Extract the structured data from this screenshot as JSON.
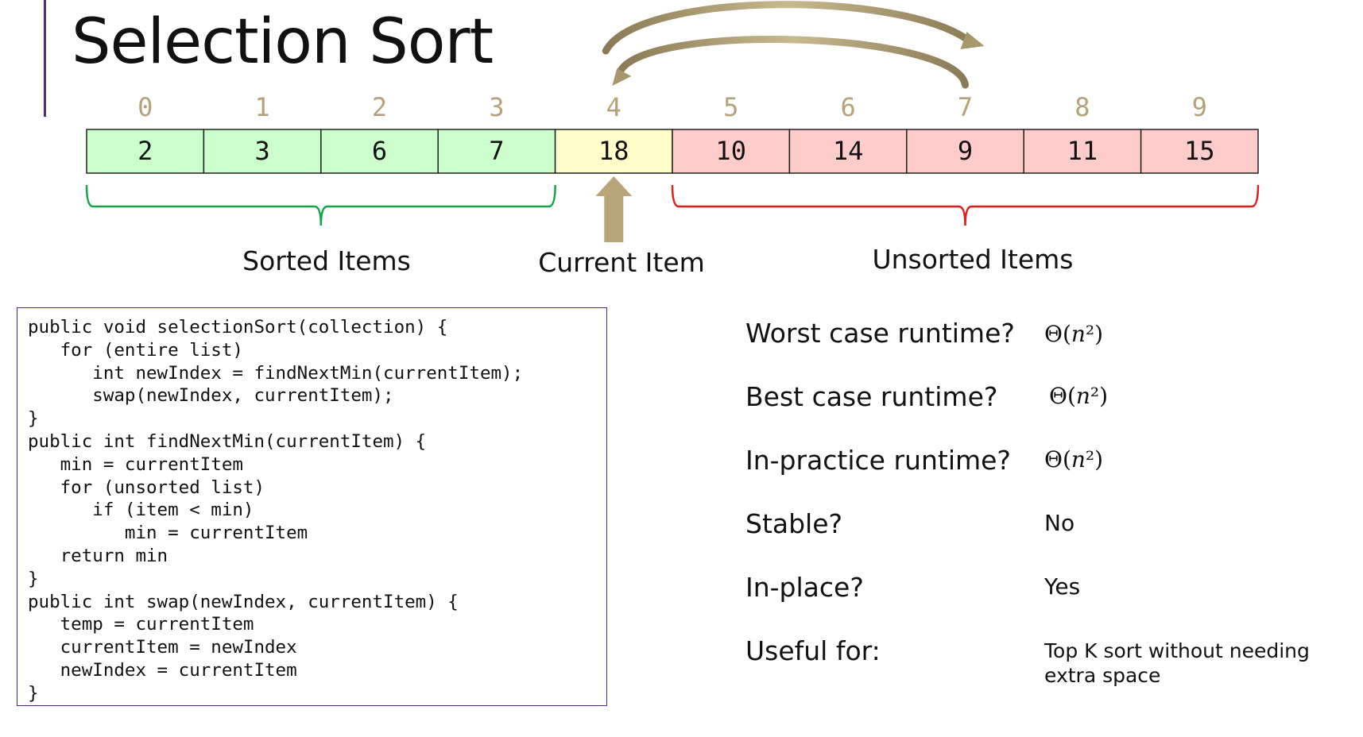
{
  "title": "Selection Sort",
  "array": {
    "indices": [
      "0",
      "1",
      "2",
      "3",
      "4",
      "5",
      "6",
      "7",
      "8",
      "9"
    ],
    "values": [
      "2",
      "3",
      "6",
      "7",
      "18",
      "10",
      "14",
      "9",
      "11",
      "15"
    ],
    "states": [
      "sorted",
      "sorted",
      "sorted",
      "sorted",
      "current",
      "unsorted",
      "unsorted",
      "unsorted",
      "unsorted",
      "unsorted"
    ]
  },
  "swap_arrow": {
    "between_indices": [
      4,
      7
    ]
  },
  "labels": {
    "sorted": "Sorted Items",
    "current": "Current Item",
    "unsorted": "Unsorted Items"
  },
  "colors": {
    "sorted_fill": "#ccffcc",
    "current_fill": "#ffffcc",
    "unsorted_fill": "#ffcccc",
    "sorted_brace": "#16a34a",
    "unsorted_brace": "#e31b1b",
    "arrow": "#b8a57a",
    "index_text": "#b4a37a",
    "accent": "#4b2e83"
  },
  "code": "public void selectionSort(collection) {\n   for (entire list)\n      int newIndex = findNextMin(currentItem);\n      swap(newIndex, currentItem);\n}\npublic int findNextMin(currentItem) {\n   min = currentItem\n   for (unsorted list)\n      if (item < min)\n         min = currentItem\n   return min\n}\npublic int swap(newIndex, currentItem) {\n   temp = currentItem\n   currentItem = newIndex\n   newIndex = currentItem\n}",
  "properties": [
    {
      "label": "Worst case runtime?",
      "value": "Θ(𝑛²)"
    },
    {
      "label": "Best case runtime?",
      "value": "Θ(𝑛²)"
    },
    {
      "label": "In-practice runtime?",
      "value": "Θ(𝑛²)"
    },
    {
      "label": "Stable?",
      "value": "No"
    },
    {
      "label": "In-place?",
      "value": "Yes"
    },
    {
      "label": "Useful for:",
      "value": "Top K sort without needing extra space"
    }
  ]
}
